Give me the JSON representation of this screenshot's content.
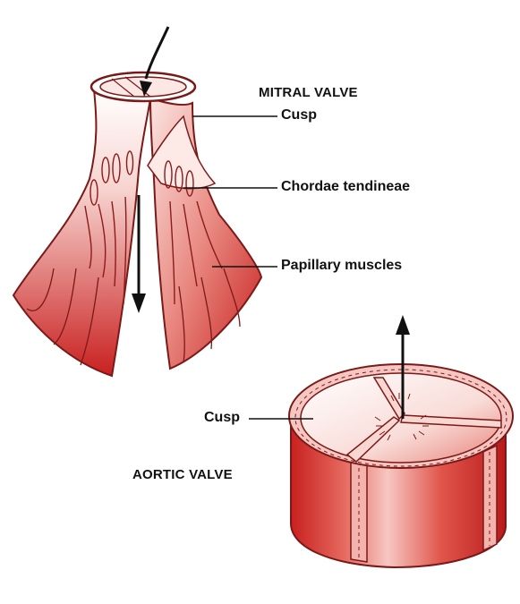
{
  "mitral": {
    "title": "MITRAL VALVE",
    "labels": {
      "cusp": "Cusp",
      "chordae": "Chordae tendineae",
      "papillary": "Papillary muscles"
    }
  },
  "aortic": {
    "title": "AORTIC VALVE",
    "labels": {
      "cusp": "Cusp"
    }
  },
  "colors": {
    "muscle_dark": "#c8201f",
    "muscle_light": "#f6c7c2",
    "outline": "#7a1a18",
    "arrow": "#111111"
  }
}
